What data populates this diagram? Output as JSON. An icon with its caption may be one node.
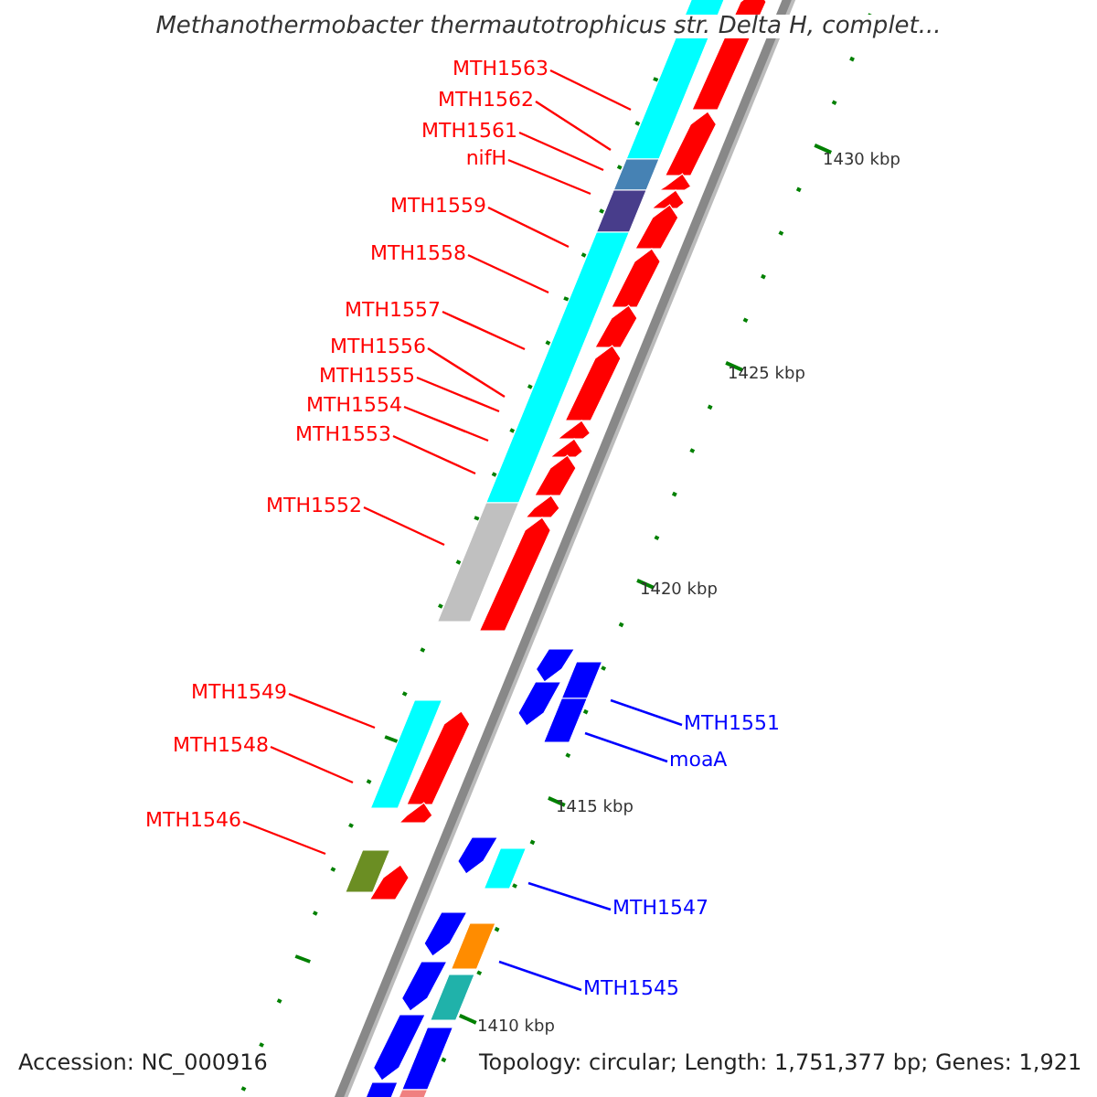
{
  "diagram": {
    "title": "Methanothermobacter thermautotrophicus str. Delta H, complet...",
    "nodes": [
      {
        "text": [
          "MTH1563"
        ]
      },
      {
        "text": [
          "MTH1562"
        ]
      },
      {
        "text": [
          "MTH1561"
        ]
      },
      {
        "text": [
          "nifH"
        ]
      },
      {
        "text": [
          "MTH1559"
        ]
      },
      {
        "text": [
          "MTH1558"
        ]
      },
      {
        "text": [
          "MTH1557"
        ]
      },
      {
        "text": [
          "MTH1556"
        ]
      },
      {
        "text": [
          "MTH1555"
        ]
      },
      {
        "text": [
          "MTH1554"
        ]
      },
      {
        "text": [
          "MTH1553"
        ]
      },
      {
        "text": [
          "MTH1552"
        ]
      },
      {
        "text": [
          "MTH1549"
        ]
      },
      {
        "text": [
          "MTH1551"
        ]
      },
      {
        "text": [
          "MTH1548"
        ]
      },
      {
        "text": [
          "moaA"
        ]
      },
      {
        "text": [
          "MTH1546"
        ]
      },
      {
        "text": [
          "MTH1547"
        ]
      },
      {
        "text": [
          "MTH1545"
        ]
      }
    ],
    "edges": [
      {
        "from": 0,
        "to": null,
        "arrow": "none"
      },
      {
        "from": 1,
        "to": null,
        "arrow": "none"
      },
      {
        "from": 2,
        "to": null,
        "arrow": "none"
      },
      {
        "from": 3,
        "to": null,
        "arrow": "none"
      },
      {
        "from": 4,
        "to": null,
        "arrow": "none"
      },
      {
        "from": 5,
        "to": null,
        "arrow": "none"
      },
      {
        "from": 6,
        "to": null,
        "arrow": "none"
      },
      {
        "from": 7,
        "to": null,
        "arrow": "none"
      },
      {
        "from": 8,
        "to": null,
        "arrow": "none"
      },
      {
        "from": 9,
        "to": null,
        "arrow": "none"
      },
      {
        "from": 10,
        "to": null,
        "arrow": "none"
      },
      {
        "from": 11,
        "to": null,
        "arrow": "none"
      },
      {
        "from": 12,
        "to": null,
        "arrow": "none"
      },
      {
        "from": 13,
        "to": null,
        "arrow": "none",
        "color": "#0000ff"
      },
      {
        "from": 14,
        "to": null,
        "arrow": "none"
      },
      {
        "from": 15,
        "to": null,
        "arrow": "none",
        "color": "#0000ff"
      },
      {
        "from": 16,
        "to": null,
        "arrow": "none"
      },
      {
        "from": 17,
        "to": null,
        "arrow": "none",
        "color": "#0000ff"
      },
      {
        "from": 18,
        "to": null,
        "arrow": "none",
        "color": "#0000ff"
      }
    ],
    "labels": [
      "1430 kbp",
      "1425 kbp",
      "1420 kbp",
      "1415 kbp",
      "1410 kbp",
      "Accession: NC_000916",
      "Topology: circular; Length: 1,751,377 bp; Genes: 1,921"
    ]
  }
}
